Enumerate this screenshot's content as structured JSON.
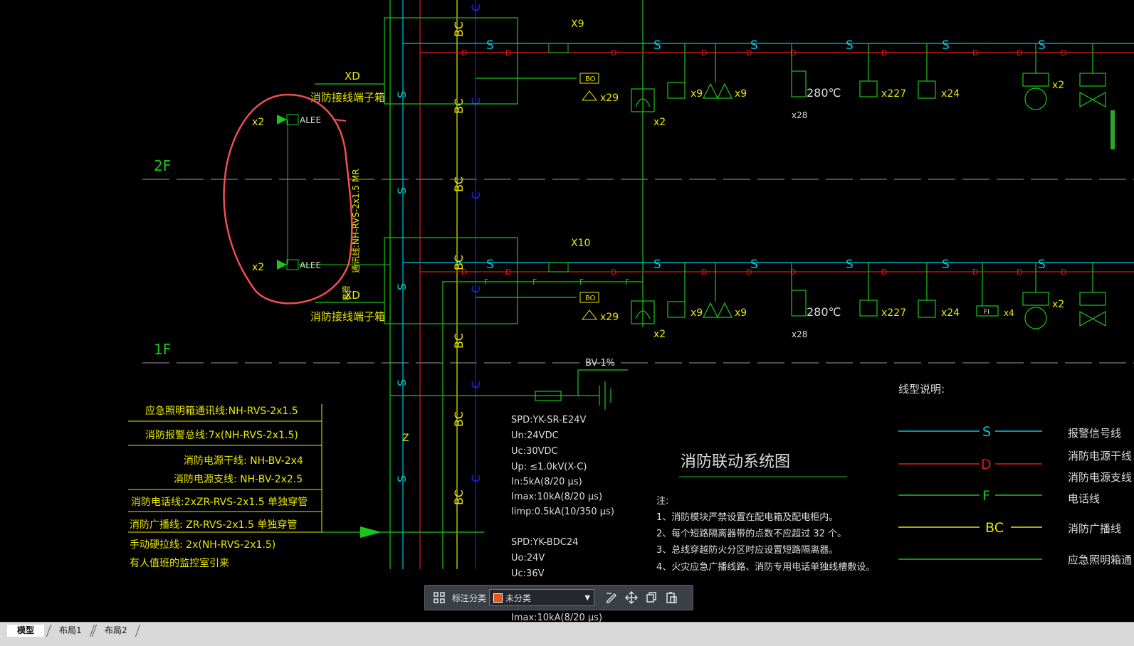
{
  "floors": {
    "upper": "2F",
    "lower": "1F"
  },
  "labels": {
    "xd": "XD",
    "terminal_box": "消防接线端子箱",
    "alee": "ALEE",
    "alee_qty": "x2",
    "vertical_cable": "通讯线:NH-RVS-2x1.5 MR",
    "vertical_cable_2": "套管",
    "x9_top": "X9",
    "x10": "X10",
    "bo": "BO",
    "x29": "x29",
    "x2": "x2",
    "x9": "x9",
    "temp": "280℃",
    "x28": "x28",
    "x227": "x227",
    "x24": "x24",
    "fi": "FI",
    "x4": "x4",
    "bv": "BV-1%",
    "s": "S",
    "d": "D",
    "f": "F",
    "bc": "BC",
    "c": "C",
    "z": "Z"
  },
  "cable_legend": [
    "应急照明箱通讯线:NH-RVS-2x1.5",
    "消防报警总线:7x(NH-RVS-2x1.5)",
    "消防电源干线: NH-BV-2x4",
    "消防电源支线: NH-BV-2x2.5",
    "消防电话线:2xZR-RVS-2x1.5 单独穿管",
    "消防广播线: ZR-RVS-2x1.5 单独穿管",
    "手动硬拉线: 2x(NH-RVS-2x1.5)",
    "有人值班的监控室引来"
  ],
  "spd": [
    "SPD:YK-SR-E24V",
    "Un:24VDC",
    "Uc:30VDC",
    "Up: ≤1.0kV(X-C)",
    "In:5kA(8/20 μs)",
    "Imax:10kA(8/20 μs)",
    "Iimp:0.5kA(10/350 μs)",
    "SPD:YK-BDC24",
    "Uo:24V",
    "Uc:36V",
    "Imax:10kA(8/20 μs)"
  ],
  "drawing_title": "消防联动系统图",
  "notes": {
    "head": "注:",
    "items": [
      "1、消防模块严禁设置在配电箱及配电柜内。",
      "2、每个短路隔离器带的点数不应超过      32 个。",
      "3、总线穿越防火分区时应设置短路隔离器。",
      "4、火灾应急广播线路、消防专用电话单独线槽敷设。"
    ]
  },
  "line_types": {
    "title": "线型说明:",
    "items": [
      {
        "code": "S",
        "color": "#00c8e0",
        "desc": "报警信号线"
      },
      {
        "code": "D",
        "color": "#e01818",
        "desc": "消防电源干线"
      },
      {
        "code": "",
        "color": "#e01818",
        "desc": "消防电源支线"
      },
      {
        "code": "F",
        "color": "#18c818",
        "desc": "电话线"
      },
      {
        "code": "BC",
        "color": "#e8e800",
        "desc": "消防广播线"
      },
      {
        "code": "",
        "color": "#18c818",
        "desc": "应急照明箱通"
      }
    ]
  },
  "toolbar": {
    "label": "标注分类",
    "selected": "未分类"
  },
  "tabs": [
    "模型",
    "布局1",
    "布局2"
  ],
  "colors": {
    "cyan": "#00c8e0",
    "red": "#e01818",
    "green": "#18c818",
    "yellow": "#e8e800",
    "blue": "#2020ff",
    "markup": "#f05050"
  }
}
